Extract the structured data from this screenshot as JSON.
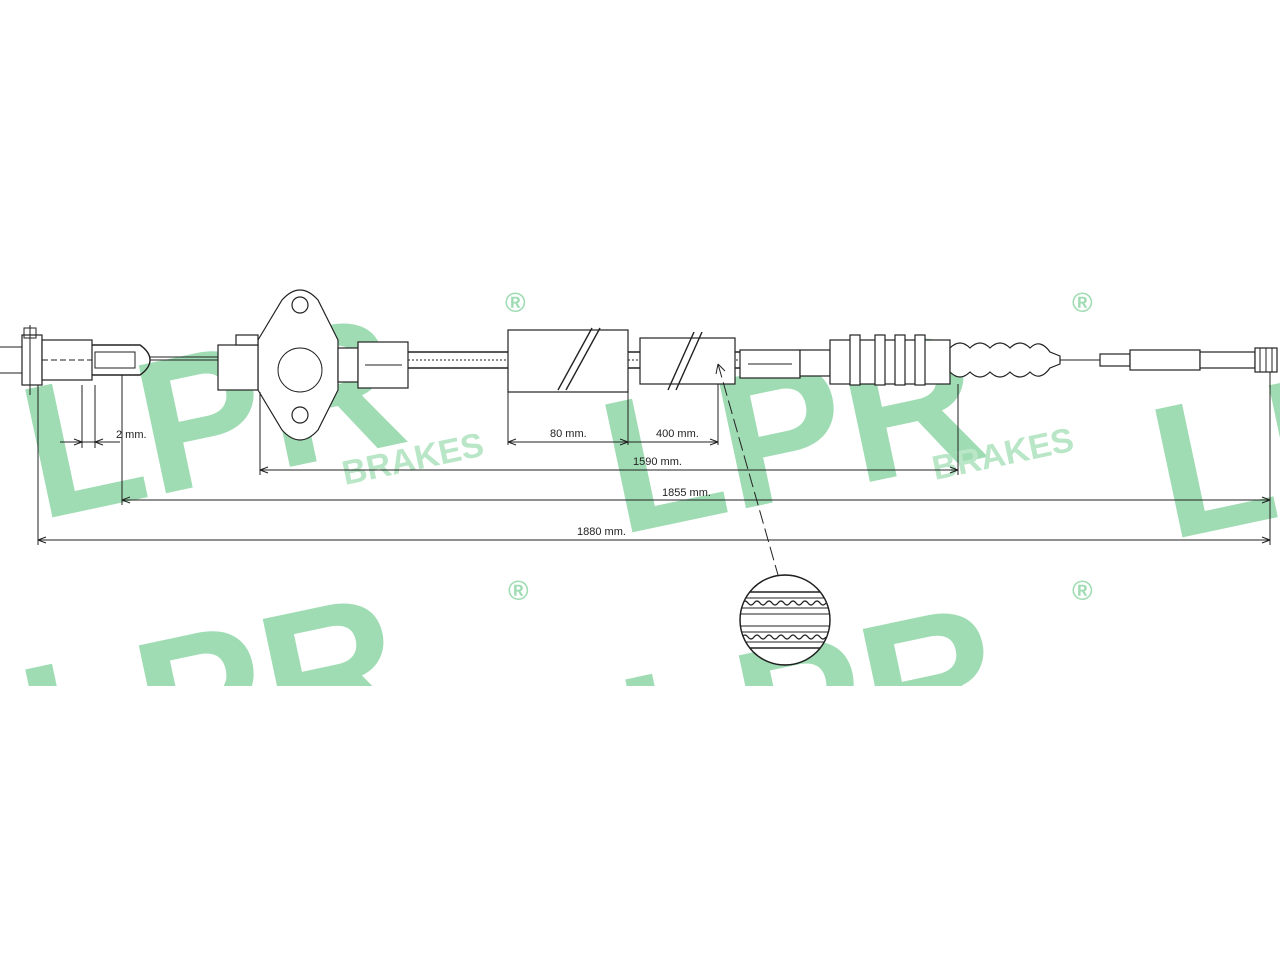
{
  "watermark": {
    "brand": "LPR",
    "sub": "BRAKES",
    "registered": "®"
  },
  "dimensions": {
    "d_2": "2 mm.",
    "d_80": "80 mm.",
    "d_400": "400 mm.",
    "d_1590": "1590 mm.",
    "d_1855": "1855 mm.",
    "d_1880": "1880 mm."
  },
  "colors": {
    "watermark": "#9fdcb3",
    "line": "#222222"
  }
}
